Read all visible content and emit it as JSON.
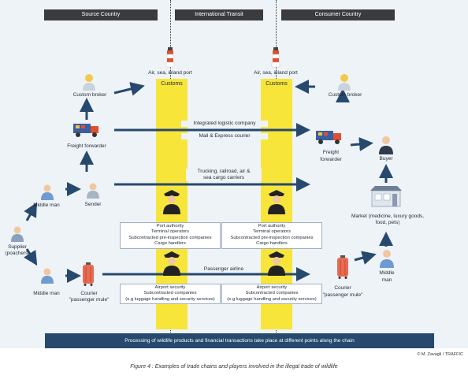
{
  "headers": {
    "source": "Source Country",
    "transit": "International Transit",
    "consumer": "Consumer Country"
  },
  "ports": {
    "left": "Air, sea, inland port",
    "right": "Air, sea, inland port"
  },
  "customs": {
    "left": "Customs",
    "right": "Customs"
  },
  "actors": {
    "custom_broker_left": "Custom broker",
    "custom_broker_right": "Custom broker",
    "freight_forwarder_left": "Freight forwarder",
    "freight_forwarder_right_1": "Freight",
    "freight_forwarder_right_2": "forwarder",
    "buyer": "Buyer",
    "middle_man_top": "Middle man",
    "sender": "Sender",
    "supplier_1": "Supplier",
    "supplier_2": "(poachers)",
    "middle_man_bottom": "Middle man",
    "courier_left_1": "Courier",
    "courier_left_2": "\"passenger mule\"",
    "courier_right_1": "Courier",
    "courier_right_2": "\"passenger mule\"",
    "middle_man_right_1": "Middle",
    "middle_man_right_2": "man",
    "market_1": "Market (medicine, luxury goods,",
    "market_2": "food, pets)"
  },
  "routes": {
    "integrated_1": "Integrated logistic company",
    "integrated_2": "Mail & Express courier",
    "trucking_1": "Trucking, railroad, air &",
    "trucking_2": "sea cargo carriers",
    "passenger": "Passenger airline"
  },
  "boxes": {
    "port_left": [
      "Port authority",
      "Terminal operators",
      "Subcontracted  pre-inspection companies",
      "Cargo handlers"
    ],
    "port_right": [
      "Port authority",
      "Terminal operators",
      "Subcontracted  pre-inspection companies",
      "Cargo handlers"
    ],
    "airport_left": [
      "Airport security",
      "Subcontracted companies",
      "(e.g luggage handling and security services)"
    ],
    "airport_right": [
      "Airport security",
      "Subcontracted companies",
      "(e.g luggage handling and security services)"
    ]
  },
  "footer": "Processing of wildlife products and financial transactions take place at different points along the chain",
  "credit": "© M. Zavagli / TRAFFIC",
  "caption": "Figure 4 : Examples of trade chains and players involved in the illegal trade of wildlife",
  "colors": {
    "background": "#eef3f8",
    "header": "#3b3b3b",
    "customs_band": "#f7e53a",
    "arrow": "#27496e",
    "footer": "#27496e"
  },
  "icons": [
    "lighthouse-icon",
    "customs-officer-icon",
    "truck-icon",
    "person-icon",
    "suitcase-icon",
    "market-icon"
  ]
}
